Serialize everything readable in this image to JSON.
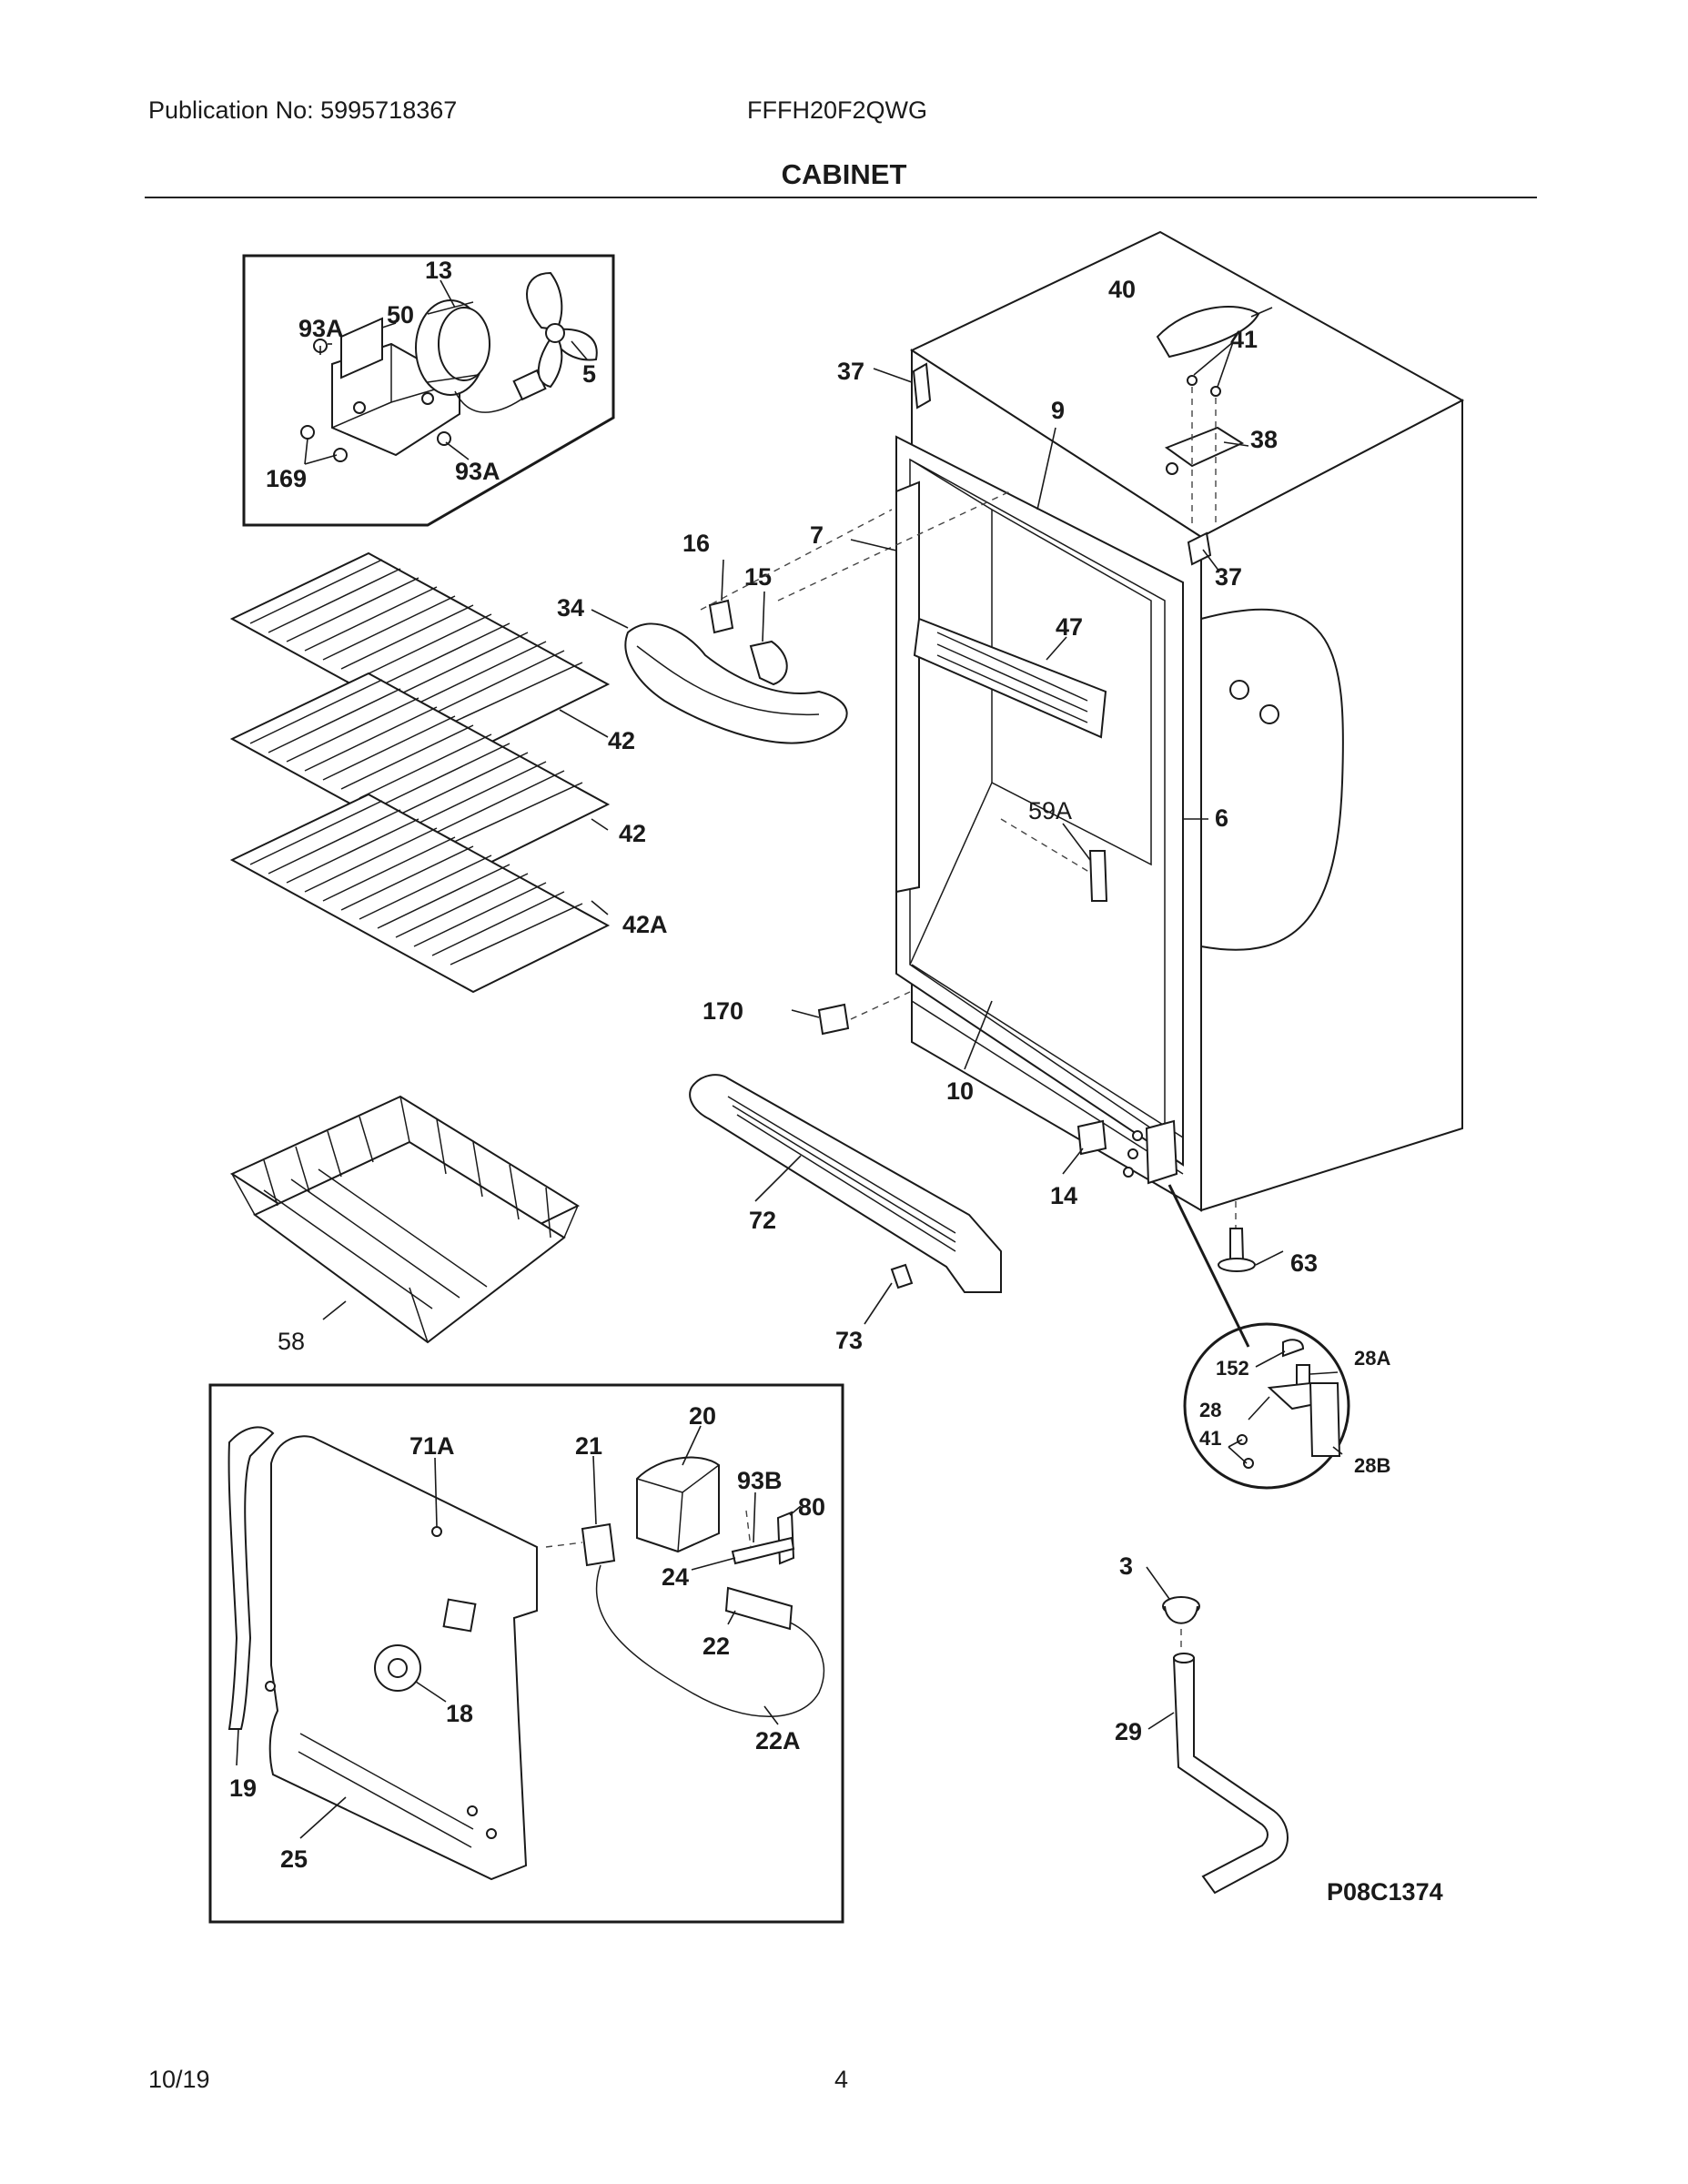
{
  "header": {
    "publication": "Publication No: 5995718367",
    "model": "FFFH20F2QWG",
    "section_title": "CABINET"
  },
  "footer": {
    "date": "10/19",
    "page": "4"
  },
  "drawing_code": "P08C1374",
  "callouts": {
    "c13": "13",
    "c93A_top": "93A",
    "c50": "50",
    "c5": "5",
    "c169": "169",
    "c93A_bot": "93A",
    "c40": "40",
    "c41_top": "41",
    "c38": "38",
    "c37_left": "37",
    "c37_right": "37",
    "c9": "9",
    "c7": "7",
    "c16": "16",
    "c15": "15",
    "c34": "34",
    "c47": "47",
    "c6": "6",
    "c59A": "59A",
    "c42_a": "42",
    "c42_b": "42",
    "c42A": "42A",
    "c170": "170",
    "c10": "10",
    "c58": "58",
    "c72": "72",
    "c73": "73",
    "c14": "14",
    "c63": "63",
    "c152": "152",
    "c28A": "28A",
    "c28": "28",
    "c41_inset": "41",
    "c28B": "28B",
    "c71A": "71A",
    "c21": "21",
    "c20": "20",
    "c93B": "93B",
    "c80": "80",
    "c24": "24",
    "c22": "22",
    "c18": "18",
    "c22A": "22A",
    "c19": "19",
    "c25": "25",
    "c3": "3",
    "c29": "29"
  }
}
